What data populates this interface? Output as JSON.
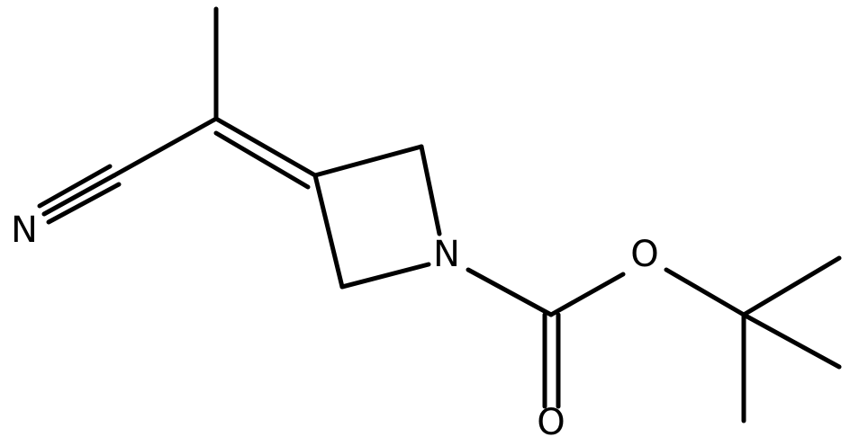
{
  "molecule": {
    "atoms": {
      "nitrile_n": "N",
      "ring_n": "N",
      "ester_o": "O",
      "carbonyl_o": "O"
    },
    "colors": {
      "bond": "#000000",
      "label": "#000000",
      "background": "#ffffff"
    }
  }
}
